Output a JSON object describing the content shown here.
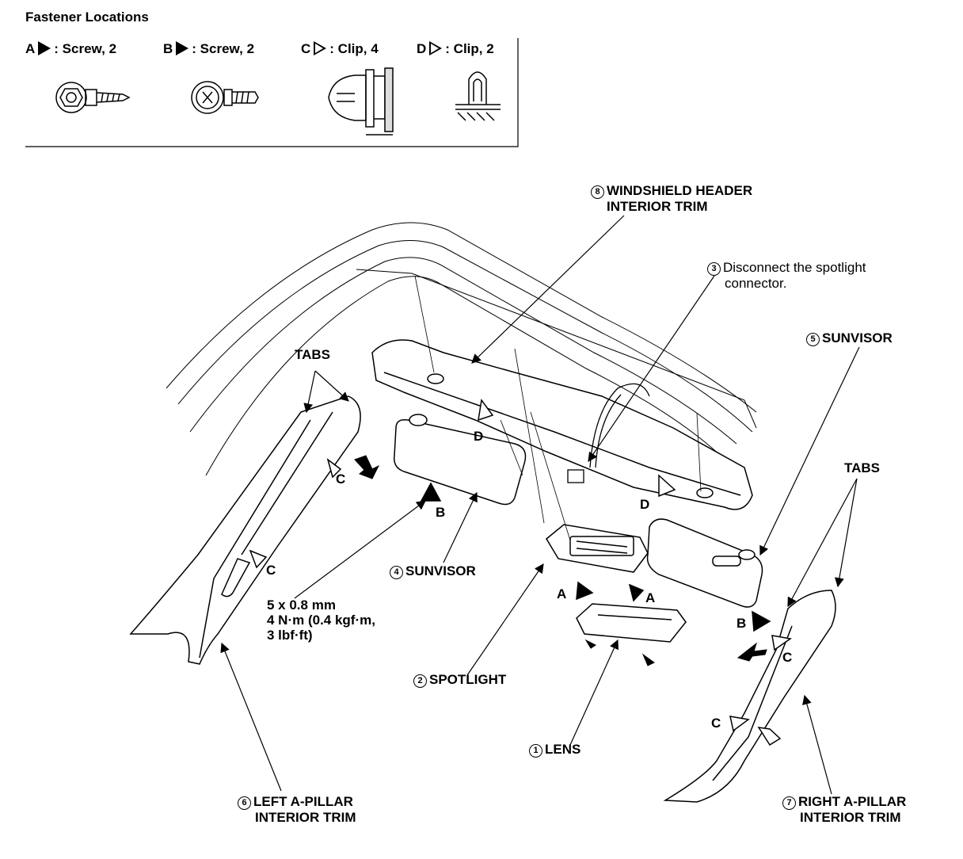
{
  "fastener": {
    "title": "Fastener Locations",
    "items": [
      {
        "letter": "A",
        "marker": "filled-triangle",
        "text": ": Screw, 2"
      },
      {
        "letter": "B",
        "marker": "filled-triangle",
        "text": ": Screw, 2"
      },
      {
        "letter": "C",
        "marker": "open-triangle",
        "text": ": Clip, 4"
      },
      {
        "letter": "D",
        "marker": "open-triangle",
        "text": ": Clip, 2"
      }
    ]
  },
  "callouts": {
    "windshield_header": {
      "num": "8",
      "line1": "WINDSHIELD HEADER",
      "line2": "INTERIOR TRIM"
    },
    "spotlight_connector": {
      "num": "3",
      "line1": "Disconnect the spotlight",
      "line2": "connector."
    },
    "right_sunvisor": {
      "num": "5",
      "text": "SUNVISOR"
    },
    "left_sunvisor": {
      "num": "4",
      "text": "SUNVISOR"
    },
    "spotlight": {
      "num": "2",
      "text": "SPOTLIGHT"
    },
    "lens": {
      "num": "1",
      "text": "LENS"
    },
    "left_pillar": {
      "num": "6",
      "line1": "LEFT A-PILLAR",
      "line2": "INTERIOR TRIM"
    },
    "right_pillar": {
      "num": "7",
      "line1": "RIGHT A-PILLAR",
      "line2": "INTERIOR TRIM"
    },
    "tabs_left": "TABS",
    "tabs_right": "TABS",
    "torque": {
      "line1": "5 x 0.8 mm",
      "line2": "4 N·m (0.4 kgf·m,",
      "line3": "3 lbf·ft)"
    }
  },
  "fastener_marks": {
    "a": "A",
    "b": "B",
    "c": "C",
    "d": "D"
  }
}
